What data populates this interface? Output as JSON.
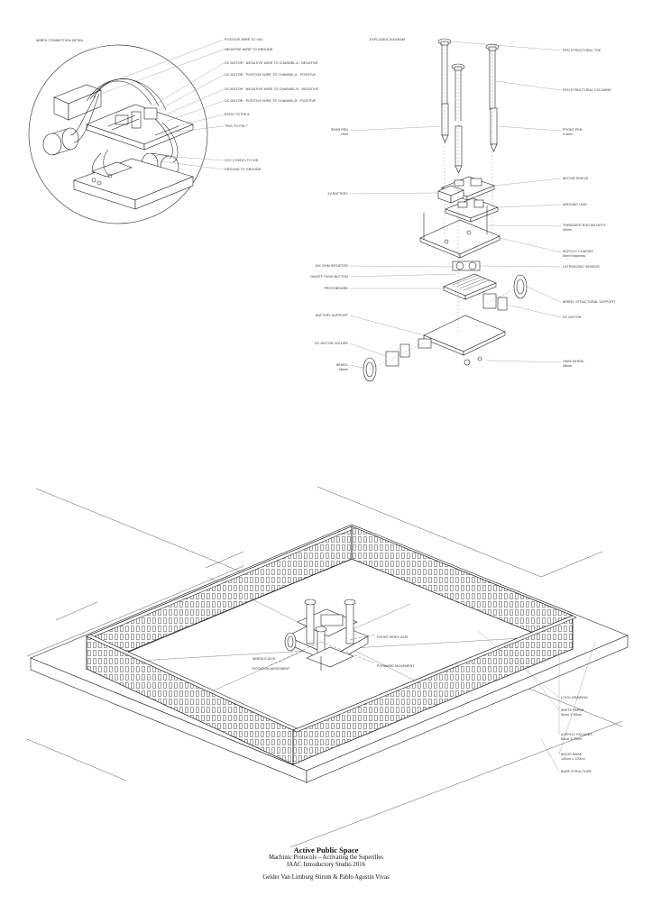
{
  "wiring": {
    "heading": "WIRED CONNECTION DETAIL",
    "labels": [
      "POSITIVE WIRE TO VIN",
      "NEGATIVE WIRE TO GROUND",
      "DC MOTOR - NEGATIVE WIRE TO CHANNEL A - NEGATIVE",
      "DC MOTOR - POSITIVE WIRE TO CHANNEL A - POSITIVE",
      "DC MOTOR - NEGATIVE WIRE TO CHANNEL B - NEGATIVE",
      "DC MOTOR - POSITIVE WIRE TO CHANNEL B - POSITIVE",
      "ECHO TO PIN 6",
      "TRIG TO PIN 7",
      "VCC (+5VDC) TO VIN",
      "GROUND TO GROUND"
    ]
  },
  "exploded": {
    "heading": "EXPLODED DIAGRAM",
    "right_labels": [
      {
        "text": "PEN STRUCTURAL TOP"
      },
      {
        "text": "PEN STRUCTURAL COLUMNE"
      },
      {
        "text": "FRONT PEN",
        "sub": "0.4mm"
      },
      {
        "text": "MOTOR SHIELD"
      },
      {
        "text": "ARDUINO UNO"
      },
      {
        "text": "THREADED ROD M3 NUTS",
        "sub": "40mm"
      },
      {
        "text": "ACRYLIC CHASSIS",
        "sub": "5mm thickness"
      },
      {
        "text": "ULTRASONIC SENSOR"
      },
      {
        "text": "WHEEL STRUCTURAL SUPPORT"
      },
      {
        "text": "DC MOTOR"
      },
      {
        "text": "OMNI WHEEL",
        "sub": "48mm"
      }
    ],
    "left_labels": [
      {
        "text": "REAR PEN",
        "sub": "2mm"
      },
      {
        "text": "9V BATTERY"
      },
      {
        "text": "10K OHM RESISTOR"
      },
      {
        "text": "ON/OFF PUSH BUTTON"
      },
      {
        "text": "PROTOBOARD"
      },
      {
        "text": "BATTERY SUPPORT"
      },
      {
        "text": "DC MOTOR HOLDER"
      },
      {
        "text": "WHEEL",
        "sub": "48mm"
      }
    ]
  },
  "isometric": {
    "labels": [
      "FRONT PEN'S AXIS",
      "WHEELS AXIS",
      "ROTATION MOVEMENT",
      "FORWARD MOVEMENT"
    ],
    "legend": [
      {
        "text": "LOGO DRAWING"
      },
      {
        "text": "WHITE PAPER",
        "sub": "85cm X 85cm"
      },
      {
        "text": "ACRYLIC FACADES",
        "sub": "85cm X 75cm"
      },
      {
        "text": "WOOD BASE",
        "sub": "100cm x 100cm"
      },
      {
        "text": "BASE STRUCTURE"
      }
    ]
  },
  "title": {
    "main": "Active Public Space",
    "line2": "Machinic Protocols – Activating the Superilles",
    "line3": "IAAC Introductory Studio 2016",
    "authors": "Gelder Van Limburg Stirum & Pablo Agustin Vivas"
  }
}
